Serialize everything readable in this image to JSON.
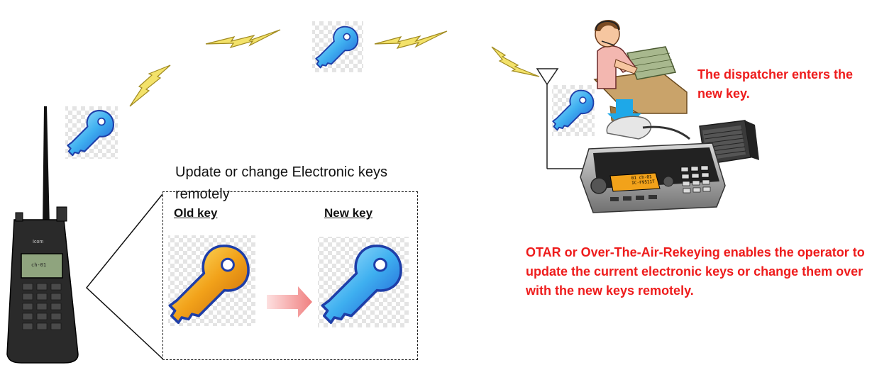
{
  "texts": {
    "dispatcher_note": "The dispatcher enters the new key.",
    "heading": "Update or change Electronic keys remotely",
    "old_key_label": "Old key",
    "new_key_label": "New key",
    "otar_note": "OTAR or Over-The-Air-Rekeying enables the operator to update the current electronic keys or change them over with the new keys remotely."
  },
  "radio_labels": {
    "brand": "Icom",
    "display_line1": "01 ch-01",
    "display_line2": "IC-F9511T",
    "handheld_display": "ch-01"
  },
  "colors": {
    "note_red": "#ee1c1c",
    "new_key_blue": "#3fb0f0",
    "old_key_gold": "#f2a21a",
    "arrow_blue": "#1ea8e8",
    "lightning_yellow": "#f3e26a"
  },
  "icons": [
    "handheld-radio-icon",
    "mobile-radio-icon",
    "speaker-icon",
    "dispatcher-icon",
    "antenna-icon",
    "key-icon",
    "lightning-icon"
  ]
}
